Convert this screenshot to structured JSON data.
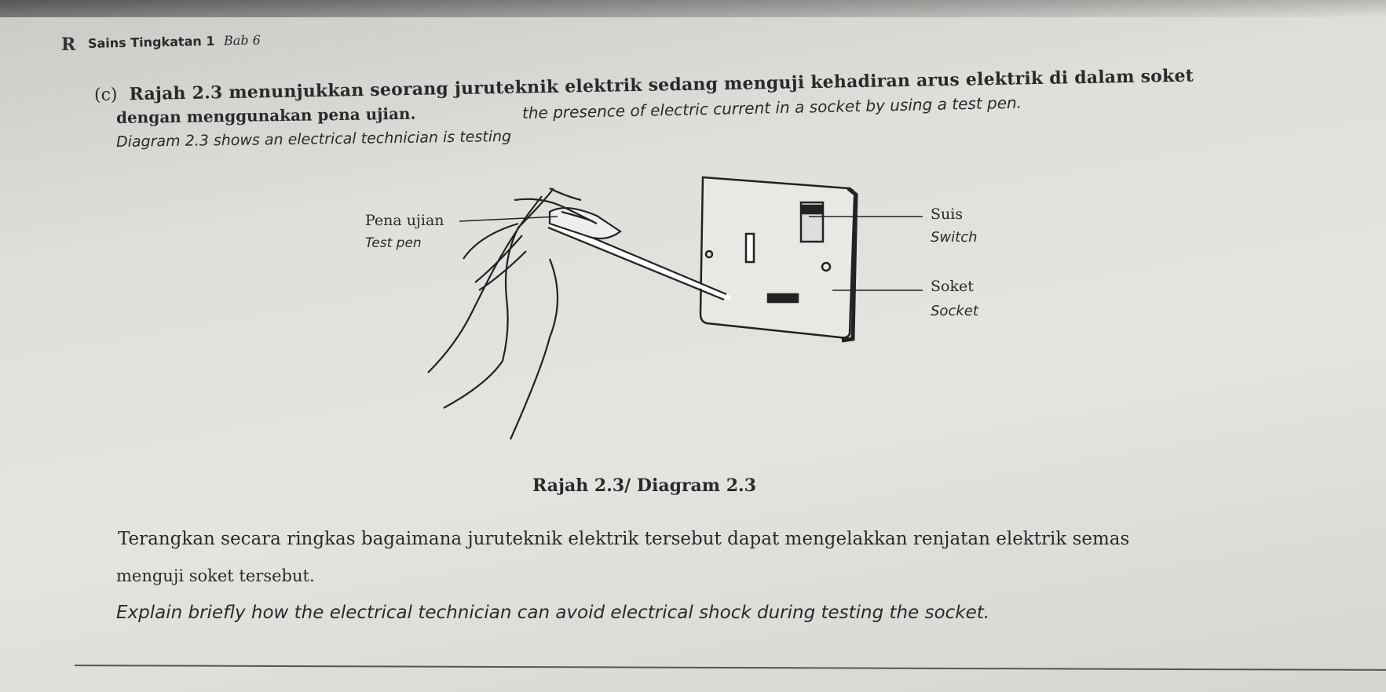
{
  "header": {
    "logo_letter": "R",
    "title": "Sains Tingkatan 1",
    "chapter": "Bab 6"
  },
  "question": {
    "label": "(c)",
    "malay_line1": "Rajah 2.3 menunjukkan seorang juruteknik elektrik sedang menguji kehadiran arus elektrik di dalam soket",
    "malay_line2": "dengan menggunakan pena ujian.",
    "english_line1_end": "the presence of electric current in a socket by using a test pen.",
    "english_line1_start": "Diagram 2.3 shows an electrical technician is testing"
  },
  "diagram": {
    "labels": {
      "pen_malay": "Pena ujian",
      "pen_english": "Test pen",
      "switch_malay": "Suis",
      "switch_english": "Switch",
      "socket_malay": "Soket",
      "socket_english": "Socket"
    },
    "caption": "Rajah 2.3/ Diagram 2.3"
  },
  "task": {
    "malay_line1": "Terangkan secara ringkas bagaimana juruteknik elektrik tersebut dapat mengelakkan renjatan elektrik semas",
    "malay_line2": "menguji soket tersebut.",
    "english": "Explain briefly how the electrical technician can avoid electrical shock during testing the socket."
  }
}
